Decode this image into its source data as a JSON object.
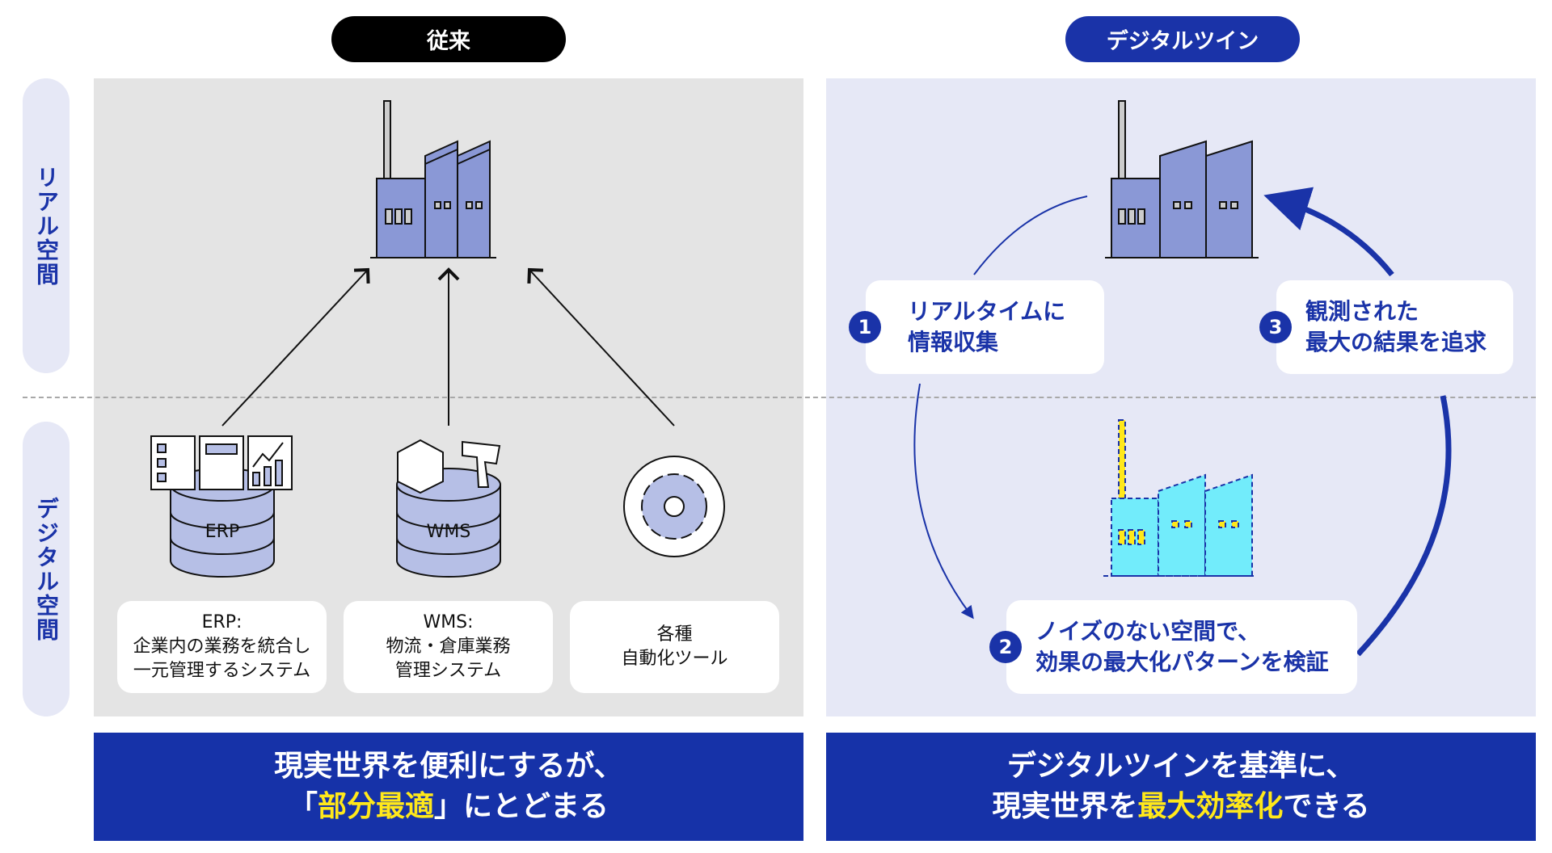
{
  "headers": {
    "left": "従来",
    "right": "デジタルツイン"
  },
  "side_labels": {
    "real": "リアル空間",
    "digital": "デジタル空間"
  },
  "colors": {
    "accent": "#1a33a8",
    "highlight": "#ffe81a",
    "left_panel": "#e4e4e4",
    "right_panel": "#e6e8f6"
  },
  "left": {
    "icons": [
      {
        "name": "erp-database-icon",
        "label": "ERP"
      },
      {
        "name": "wms-database-icon",
        "label": "WMS"
      },
      {
        "name": "automation-gear-icon",
        "label": ""
      }
    ],
    "cards": [
      {
        "title": "ERP:",
        "lines": [
          "企業内の業務を統合し",
          "一元管理するシステム"
        ]
      },
      {
        "title": "WMS:",
        "lines": [
          "物流・倉庫業務",
          "管理システム"
        ]
      },
      {
        "title": "各種",
        "lines": [
          "自動化ツール"
        ]
      }
    ],
    "banner": {
      "line1": "現実世界を便利にするが、",
      "line2_pre": "「",
      "line2_hl": "部分最適",
      "line2_post": "」にとどまる"
    }
  },
  "right": {
    "steps": [
      {
        "num": "1",
        "line1": "リアルタイムに",
        "line2": "情報収集"
      },
      {
        "num": "2",
        "line1": "ノイズのない空間で、",
        "line2": "効果の最大化パターンを検証"
      },
      {
        "num": "3",
        "line1": "観測された",
        "line2": "最大の結果を追求"
      }
    ],
    "banner": {
      "line1": "デジタルツインを基準に、",
      "line2_pre": "現実世界を",
      "line2_hl": "最大効率化",
      "line2_post": "できる"
    }
  }
}
